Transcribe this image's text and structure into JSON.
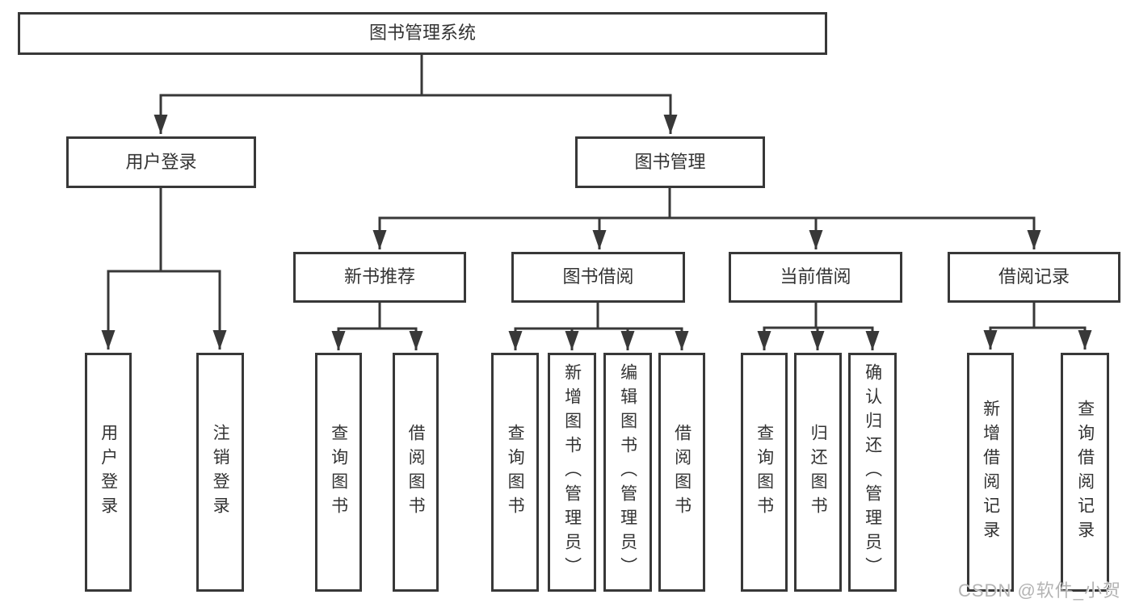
{
  "colors": {
    "line": "#383838",
    "text": "#333333",
    "box_background": "#ffffff",
    "watermark": "#b4b4b4"
  },
  "tree": {
    "root": {
      "label": "图书管理系统"
    },
    "children": [
      {
        "label": "用户登录",
        "children": [
          {
            "label": "用户登录"
          },
          {
            "label": "注销登录"
          }
        ]
      },
      {
        "label": "图书管理",
        "children": [
          {
            "label": "新书推荐",
            "children": [
              {
                "label": "查询图书"
              },
              {
                "label": "借阅图书"
              }
            ]
          },
          {
            "label": "图书借阅",
            "children": [
              {
                "label": "查询图书"
              },
              {
                "label": "新增图书（管理员）"
              },
              {
                "label": "编辑图书（管理员）"
              },
              {
                "label": "借阅图书"
              }
            ]
          },
          {
            "label": "当前借阅",
            "children": [
              {
                "label": "查询图书"
              },
              {
                "label": "归还图书"
              },
              {
                "label": "确认归还（管理员）"
              }
            ]
          },
          {
            "label": "借阅记录",
            "children": [
              {
                "label": "新增借阅记录"
              },
              {
                "label": "查询借阅记录"
              }
            ]
          }
        ]
      }
    ]
  },
  "watermark": {
    "text": "CSDN @软件_小贺同学"
  }
}
